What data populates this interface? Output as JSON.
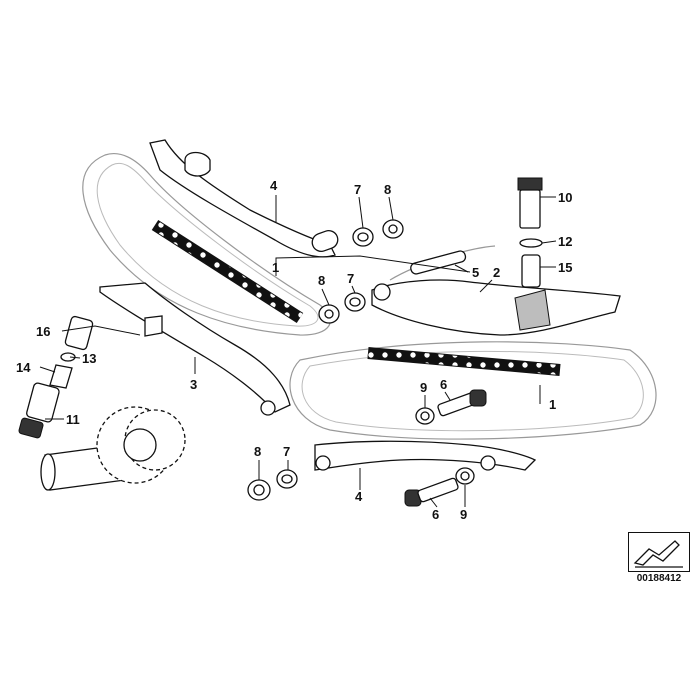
{
  "labels": [
    {
      "id": "4a",
      "text": "4"
    },
    {
      "id": "7a",
      "text": "7"
    },
    {
      "id": "8a",
      "text": "8"
    },
    {
      "id": "10",
      "text": "10"
    },
    {
      "id": "12",
      "text": "12"
    },
    {
      "id": "15",
      "text": "15"
    },
    {
      "id": "1a",
      "text": "1"
    },
    {
      "id": "8b",
      "text": "8"
    },
    {
      "id": "7b",
      "text": "7"
    },
    {
      "id": "5",
      "text": "5"
    },
    {
      "id": "2",
      "text": "2"
    },
    {
      "id": "16",
      "text": "16"
    },
    {
      "id": "13",
      "text": "13"
    },
    {
      "id": "14",
      "text": "14"
    },
    {
      "id": "3",
      "text": "3"
    },
    {
      "id": "9a",
      "text": "9"
    },
    {
      "id": "6a",
      "text": "6"
    },
    {
      "id": "1b",
      "text": "1"
    },
    {
      "id": "11",
      "text": "11"
    },
    {
      "id": "8c",
      "text": "8"
    },
    {
      "id": "7c",
      "text": "7"
    },
    {
      "id": "4b",
      "text": "4"
    },
    {
      "id": "6b",
      "text": "6"
    },
    {
      "id": "9b",
      "text": "9"
    }
  ],
  "reference_number": "00188412"
}
